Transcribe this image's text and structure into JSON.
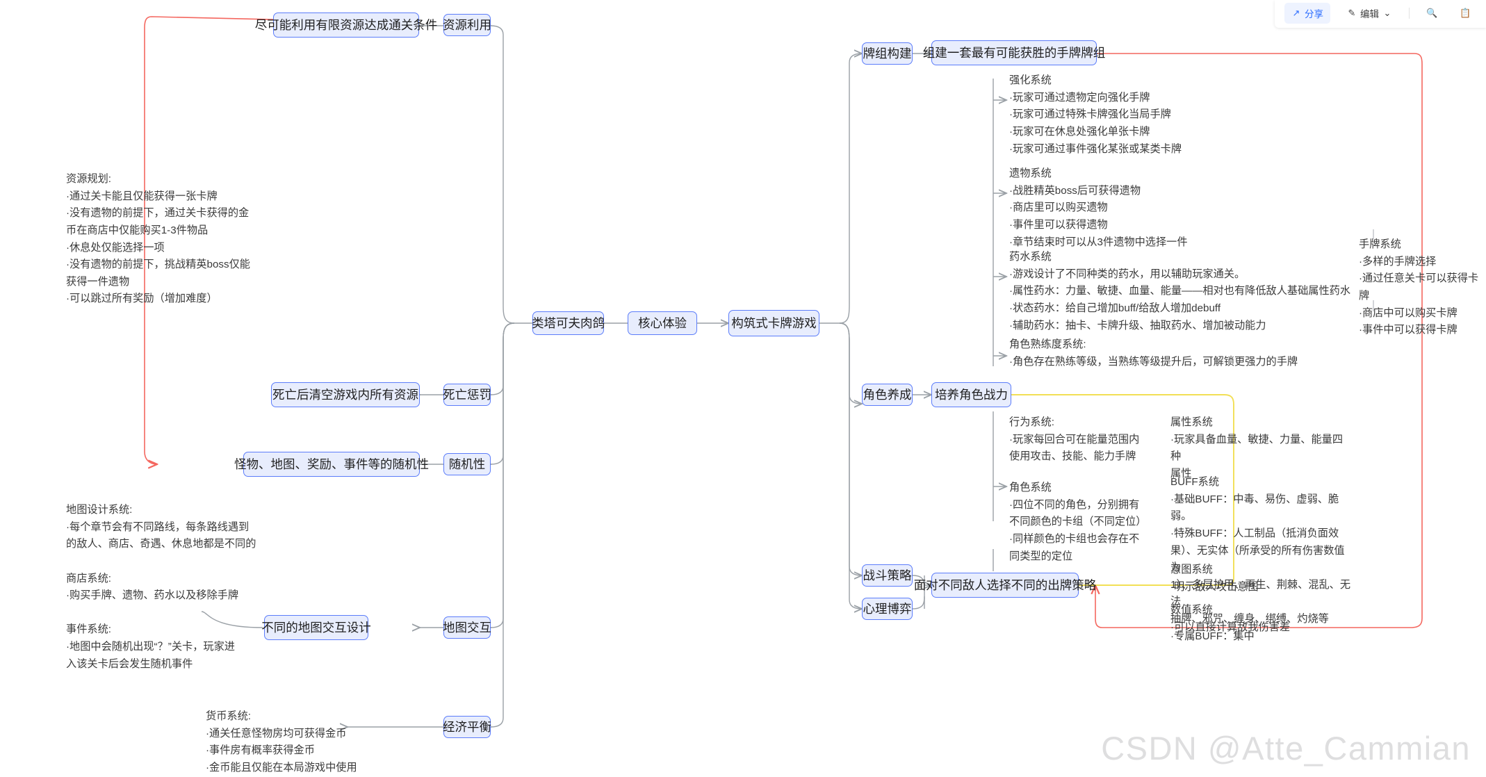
{
  "toolbar": {
    "share_label": "分享",
    "share_icon": "share-icon",
    "edit_label": "编辑",
    "edit_icon": "pencil-icon",
    "edit_caret": "⌄",
    "search_icon": "search-icon",
    "copy_icon": "copy-icon"
  },
  "watermark": "CSDN @Atte_Cammian",
  "colors": {
    "node_fill": "#e8edfd",
    "node_border": "#5b7cfa",
    "edge_gray": "#9aa0a6",
    "edge_red": "#f4675f",
    "edge_yellow": "#f7e04b",
    "text": "#3b3b3b"
  },
  "nodes": {
    "core_experience": "核心体验",
    "roguelike": "类塔可夫肉鸽",
    "deckbuilder": "构筑式卡牌游戏",
    "resource_use": "资源利用",
    "resource_use_goal": "尽可能利用有限资源达成通关条件",
    "death_penalty": "死亡惩罚",
    "death_penalty_goal": "死亡后清空游戏内所有资源",
    "randomness": "随机性",
    "randomness_goal": "怪物、地图、奖励、事件等的随机性",
    "map_interaction": "地图交互",
    "map_interaction_goal": "不同的地图交互设计",
    "economy_balance": "经济平衡",
    "deck_building": "牌组构建",
    "deck_building_goal": "组建一套最有可能获胜的手牌牌组",
    "character_growth": "角色养成",
    "character_growth_goal": "培养角色战力",
    "combat_strategy": "战斗策略",
    "psychological_game": "心理博弈",
    "combat_strategy_goal": "面对不同敌人选择不同的出牌策略"
  },
  "notes": {
    "resource_planning": "资源规划:\n·通过关卡能且仅能获得一张卡牌\n·没有遗物的前提下，通过关卡获得的金\n币在商店中仅能购买1-3件物品\n·休息处仅能选择一项\n·没有遗物的前提下，挑战精英boss仅能\n获得一件遗物\n·可以跳过所有奖励（增加难度）",
    "map_shop_event": "地图设计系统:\n·每个章节会有不同路线，每条路线遇到\n的敌人、商店、奇遇、休息地都是不同的\n\n商店系统:\n·购买手牌、遗物、药水以及移除手牌\n\n事件系统:\n·地图中会随机出现“？”关卡，玩家进\n入该关卡后会发生随机事件",
    "currency_system": "货币系统:\n·通关任意怪物房均可获得金币\n·事件房有概率获得金币\n·金币能且仅能在本局游戏中使用",
    "enhance_system": "强化系统\n·玩家可通过遗物定向强化手牌\n·玩家可通过特殊卡牌强化当局手牌\n·玩家可在休息处强化单张卡牌\n·玩家可通过事件强化某张或某类卡牌",
    "relic_system": "遗物系统\n·战胜精英boss后可获得遗物\n·商店里可以购买遗物\n·事件里可以获得遗物\n·章节结束时可以从3件遗物中选择一件",
    "potion_system": "药水系统\n·游戏设计了不同种类的药水，用以辅助玩家通关。\n·属性药水：力量、敏捷、血量、能量——相对也有降低敌人基础属性药水\n·状态药水：给自己增加buff/给敌人增加debuff\n·辅助药水：抽卡、卡牌升级、抽取药水、增加被动能力",
    "proficiency_system": "角色熟练度系统:\n·角色存在熟练等级，当熟练等级提升后，可解锁更强力的手牌",
    "hand_card_system": "手牌系统\n·多样的手牌选择\n·通过任意关卡可以获得卡牌\n·商店中可以购买卡牌\n·事件中可以获得卡牌",
    "behavior_system": "行为系统:\n·玩家每回合可在能量范围内\n使用攻击、技能、能力手牌",
    "role_system": "角色系统\n·四位不同的角色，分别拥有\n不同颜色的卡组（不同定位）\n·同样颜色的卡组也会存在不\n同类型的定位",
    "attribute_system": "属性系统\n·玩家具备血量、敏捷、力量、能量四种\n属性",
    "buff_system": "BUFF系统\n·基础BUFF：中毒、易伤、虚弱、脆弱。\n·特殊BUFF：人工制品（抵消负面效\n果）、无实体（所承受的所有伤害数值为\n1）、多层护甲、再生、荆棘、混乱、无法\n抽牌、邪咒、缠身、绑缚、灼烧等\n·专属BUFF：集中",
    "intention_system": "意图系统\n·明示敌人攻击意图",
    "numeric_system": "数值系统\n·可以直接计算敌我伤害差"
  }
}
